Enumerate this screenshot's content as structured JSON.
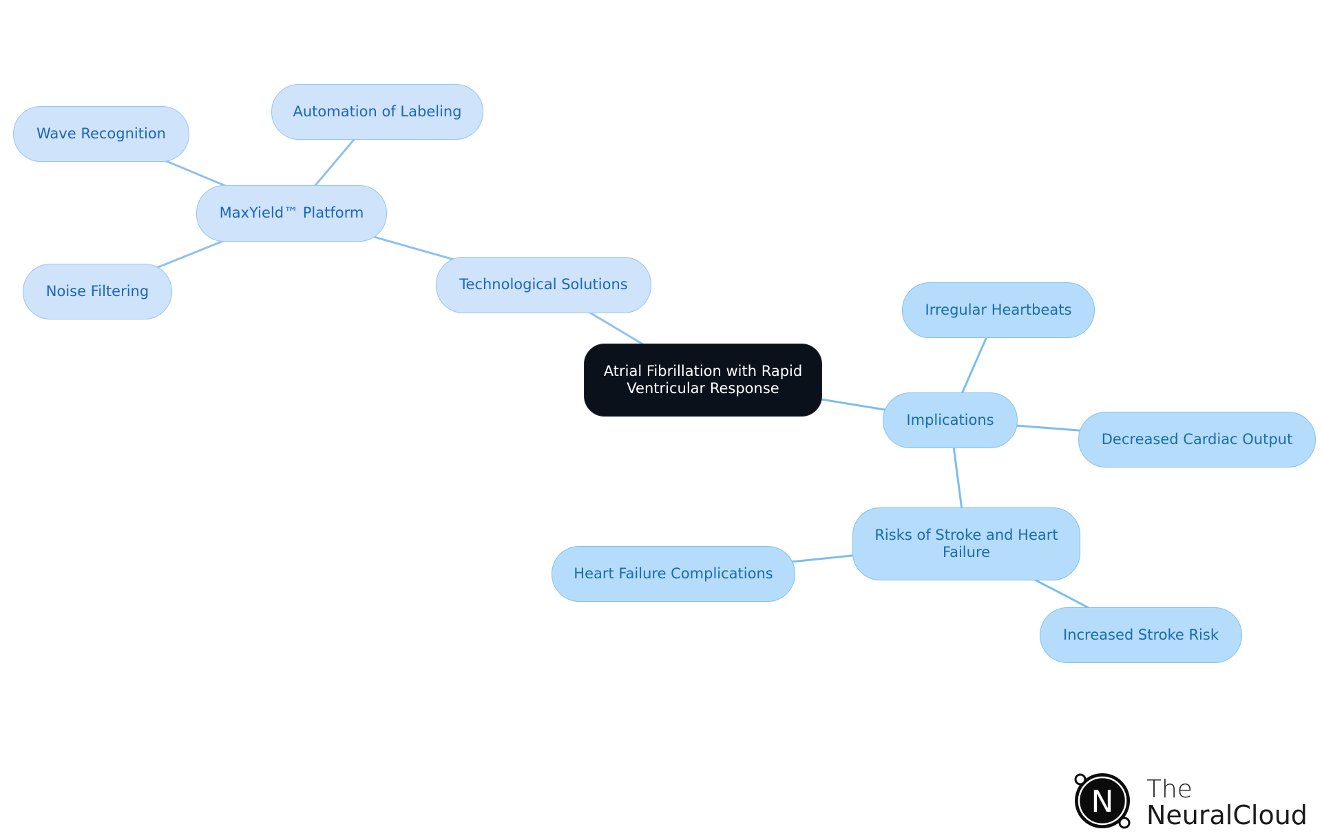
{
  "diagram": {
    "type": "mind-map",
    "root": {
      "label": "Atrial Fibrillation with Rapid Ventricular Response"
    },
    "branches": {
      "technological_solutions": {
        "label": "Technological Solutions"
      },
      "maxyield_platform": {
        "label": "MaxYield™ Platform"
      },
      "automation_of_labeling": {
        "label": "Automation of Labeling"
      },
      "wave_recognition": {
        "label": "Wave Recognition"
      },
      "noise_filtering": {
        "label": "Noise Filtering"
      },
      "implications": {
        "label": "Implications"
      },
      "irregular_heartbeats": {
        "label": "Irregular Heartbeats"
      },
      "decreased_cardiac_output": {
        "label": "Decreased Cardiac Output"
      },
      "risks_stroke_heart_failure": {
        "label": "Risks of Stroke and Heart Failure"
      },
      "heart_failure_complications": {
        "label": "Heart Failure Complications"
      },
      "increased_stroke_risk": {
        "label": "Increased Stroke Risk"
      }
    },
    "edges": [
      [
        "root",
        "technological_solutions"
      ],
      [
        "technological_solutions",
        "maxyield_platform"
      ],
      [
        "maxyield_platform",
        "automation_of_labeling"
      ],
      [
        "maxyield_platform",
        "wave_recognition"
      ],
      [
        "maxyield_platform",
        "noise_filtering"
      ],
      [
        "root",
        "implications"
      ],
      [
        "implications",
        "irregular_heartbeats"
      ],
      [
        "implications",
        "decreased_cardiac_output"
      ],
      [
        "implications",
        "risks_stroke_heart_failure"
      ],
      [
        "risks_stroke_heart_failure",
        "heart_failure_complications"
      ],
      [
        "risks_stroke_heart_failure",
        "increased_stroke_risk"
      ]
    ],
    "colors": {
      "root_fill": "#0b111a",
      "tech_fill": "#cfe3fb",
      "tech_text": "#1c66b8",
      "impl_fill": "#b5dcfb",
      "impl_text": "#1a6cab",
      "edge_tech": "#90c0ee",
      "edge_impl": "#7cbdee"
    }
  },
  "logo": {
    "line1": "The",
    "line2": "NeuralCloud",
    "mark_letter": "N"
  }
}
